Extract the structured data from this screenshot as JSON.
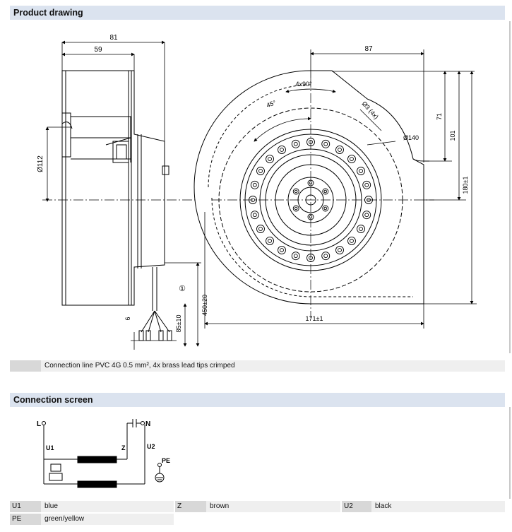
{
  "sections": {
    "product_drawing": "Product drawing",
    "connection_screen": "Connection screen"
  },
  "dimensions": {
    "d81": "81",
    "d59": "59",
    "d112": "Ø112",
    "d87": "87",
    "d4x90": "4x90°",
    "d45": "45°",
    "d3": "Ø3 (4x)",
    "d140": "Ø140",
    "d71": "71",
    "d101": "101",
    "d180": "180±1",
    "d171": "171±1",
    "d450": "450±20",
    "d85": "85±10",
    "d6": "6",
    "callout": "①"
  },
  "note": "Connection line PVC 4G 0.5 mm², 4x brass lead tips crimped",
  "schematic": {
    "L": "L",
    "N": "N",
    "U1": "U1",
    "U2": "U2",
    "Z": "Z",
    "PE": "PE"
  },
  "connections": [
    {
      "key": "U1",
      "value": "blue"
    },
    {
      "key": "Z",
      "value": "brown"
    },
    {
      "key": "U2",
      "value": "black"
    },
    {
      "key": "PE",
      "value": "green/yellow"
    }
  ]
}
